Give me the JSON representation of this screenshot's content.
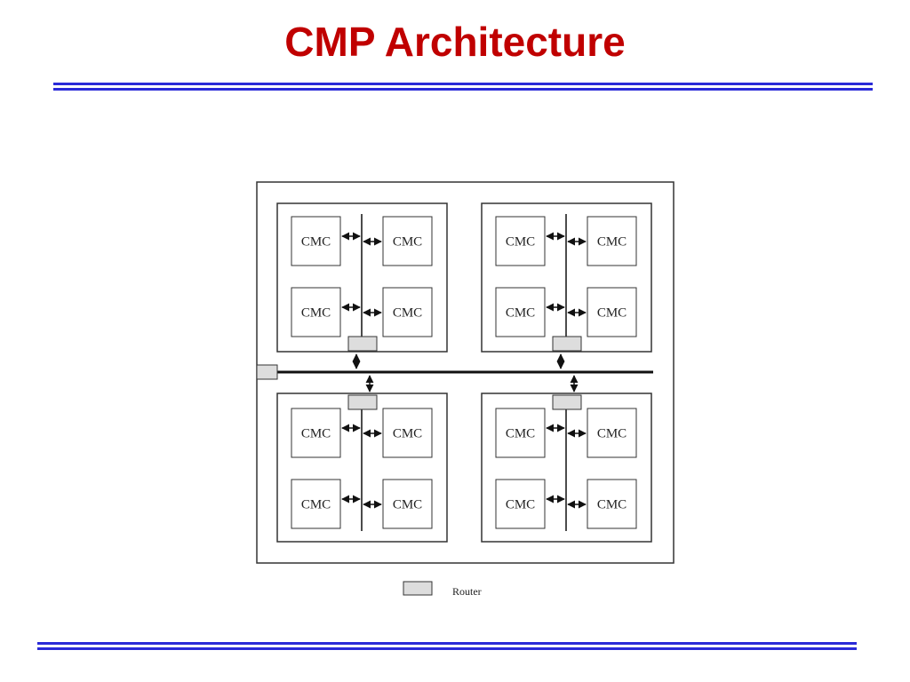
{
  "slide": {
    "title": "CMP Architecture",
    "accent_color": "#c00000",
    "rule_color": "#2a2ad8"
  },
  "diagram": {
    "core_label": "CMC",
    "legend": {
      "router_label": "Router",
      "router_fill": "#dddddd"
    },
    "clusters": [
      {
        "name": "cluster-top-left",
        "cores": [
          "CMC",
          "CMC",
          "CMC",
          "CMC"
        ]
      },
      {
        "name": "cluster-top-right",
        "cores": [
          "CMC",
          "CMC",
          "CMC",
          "CMC"
        ]
      },
      {
        "name": "cluster-bottom-left",
        "cores": [
          "CMC",
          "CMC",
          "CMC",
          "CMC"
        ]
      },
      {
        "name": "cluster-bottom-right",
        "cores": [
          "CMC",
          "CMC",
          "CMC",
          "CMC"
        ]
      }
    ]
  }
}
